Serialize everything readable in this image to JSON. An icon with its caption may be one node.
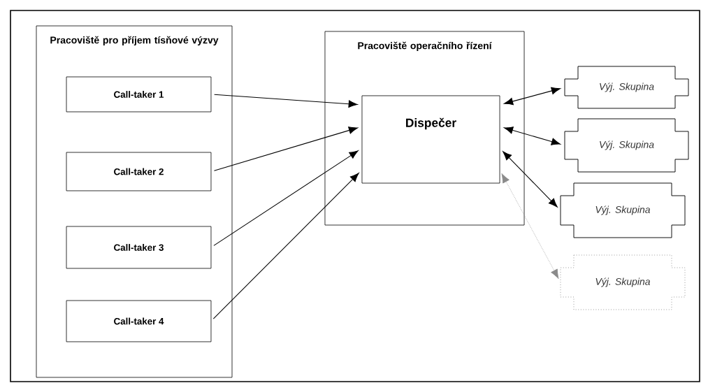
{
  "diagram": {
    "nodes": [
      {
        "text": [
          "Pracoviště pro příjem tísňové výzvy"
        ]
      },
      {
        "text": [
          "Call-taker 1"
        ],
        "in": 0
      },
      {
        "text": [
          "Call-taker 2"
        ],
        "in": 0
      },
      {
        "text": [
          "Call-taker 3"
        ],
        "in": 0
      },
      {
        "text": [
          "Call-taker 4"
        ],
        "in": 0
      },
      {
        "text": [
          "Pracoviště operačního řízení"
        ]
      },
      {
        "text": [
          "Dispečer"
        ],
        "in": 5
      },
      {
        "text": [
          "Výj. Skupina"
        ]
      },
      {
        "text": [
          "Výj. Skupina"
        ]
      },
      {
        "text": [
          "Výj. Skupina"
        ]
      },
      {
        "text": [
          "Výj. Skupina"
        ]
      }
    ],
    "edges": [
      {
        "from": 1,
        "to": 6,
        "arrow": "to"
      },
      {
        "from": 2,
        "to": 6,
        "arrow": "to"
      },
      {
        "from": 3,
        "to": 6,
        "arrow": "to"
      },
      {
        "from": 4,
        "to": 6,
        "arrow": "to"
      },
      {
        "from": 6,
        "to": 7,
        "arrow": "both"
      },
      {
        "from": 6,
        "to": 8,
        "arrow": "both"
      },
      {
        "from": 6,
        "to": 9,
        "arrow": "both"
      },
      {
        "from": 6,
        "to": 10,
        "arrow": "both",
        "style": "dashed",
        "color": "#8a8a8a"
      }
    ]
  }
}
